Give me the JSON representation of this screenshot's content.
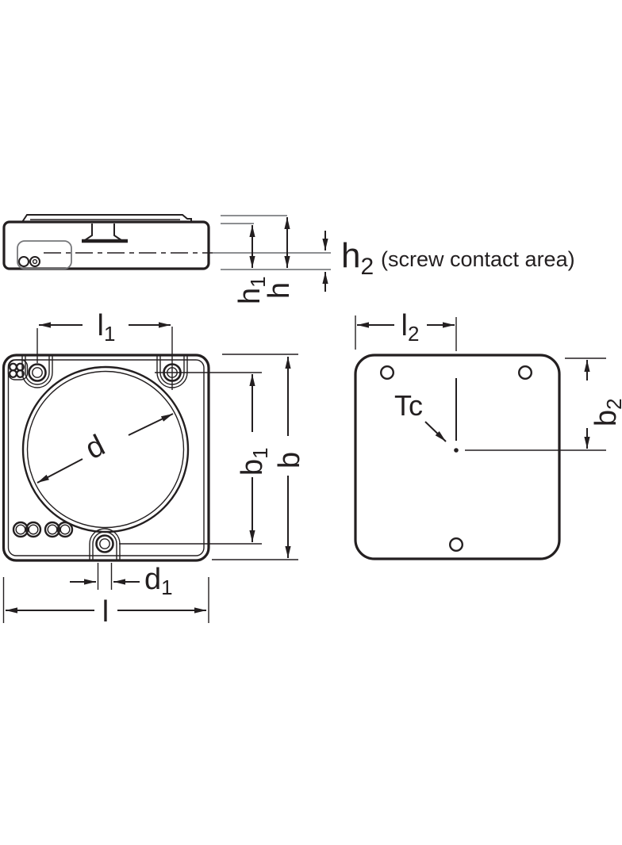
{
  "diagram": {
    "kind": "technical-dimension-drawing",
    "background": "#ffffff",
    "colors": {
      "ink": "#231f20",
      "extension_gray": "#8d8f92",
      "detail_gray": "#76777a"
    },
    "views": {
      "side": {
        "dims": {
          "h1": {
            "base": "h",
            "sub": "1"
          },
          "h": {
            "base": "h",
            "sub": ""
          },
          "h2": {
            "base": "h",
            "sub": "2",
            "note": "(screw contact area)"
          }
        }
      },
      "front": {
        "dims": {
          "l1": {
            "base": "l",
            "sub": "1"
          },
          "d": {
            "base": "d",
            "sub": ""
          },
          "b1": {
            "base": "b",
            "sub": "1"
          },
          "b": {
            "base": "b",
            "sub": ""
          },
          "d1": {
            "base": "d",
            "sub": "1"
          },
          "l": {
            "base": "l",
            "sub": ""
          }
        }
      },
      "back": {
        "tc_label": "Tc",
        "dims": {
          "l2": {
            "base": "l",
            "sub": "2"
          },
          "b2": {
            "base": "b",
            "sub": "2"
          }
        }
      }
    }
  }
}
